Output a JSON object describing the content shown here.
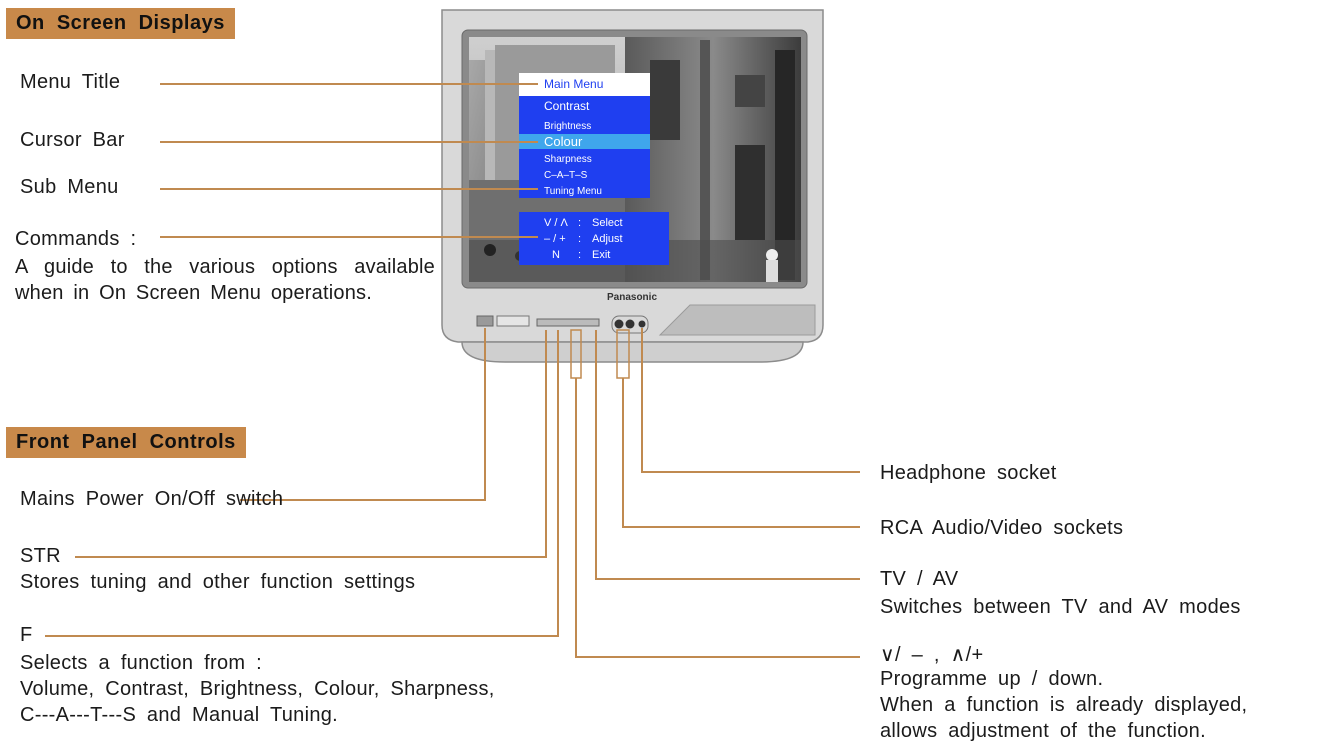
{
  "sections": {
    "osd_title": "On Screen Displays",
    "front_title": "Front Panel Controls"
  },
  "osd": {
    "menu_title": "Menu Title",
    "cursor_bar": "Cursor Bar",
    "sub_menu": "Sub Menu",
    "commands": "Commands :",
    "commands_desc": "A guide to the various options available when in On Screen Menu operations."
  },
  "screen_menu": {
    "title": "Main Menu",
    "items": [
      "Contrast",
      "Brightness",
      "Colour",
      "Sharpness",
      "C–A–T–S",
      "Tuning Menu"
    ],
    "selected_index": 2,
    "commands": [
      {
        "key": "V / Λ",
        "sep": ":",
        "action": "Select"
      },
      {
        "key": "– / +",
        "sep": ":",
        "action": "Adjust"
      },
      {
        "key": "N",
        "sep": ":",
        "action": "Exit"
      }
    ]
  },
  "tv": {
    "brand": "Panasonic"
  },
  "front": {
    "mains": "Mains Power On/Off switch",
    "str_title": "STR",
    "str_desc": "Stores tuning and other function settings",
    "f_title": "F",
    "f_desc_1": "Selects a function from :",
    "f_desc_2": "Volume, Contrast, Brightness, Colour, Sharpness,",
    "f_desc_3": "C---A---T---S and Manual Tuning.",
    "headphone": "Headphone socket",
    "rca": "RCA Audio/Video sockets",
    "tvav_title": "TV / AV",
    "tvav_desc": "Switches between TV and AV modes",
    "prog_title": "∨/ – , ∧/+",
    "prog_desc_1": "Programme up / down.",
    "prog_desc_2": "When a function is already displayed,",
    "prog_desc_3": "allows adjustment of the function."
  },
  "colors": {
    "heading_bg": "#c8894a",
    "leader_line": "#c08a50",
    "menu_blue": "#1f3ff0",
    "cursor_cyan": "#3fa6ec"
  }
}
